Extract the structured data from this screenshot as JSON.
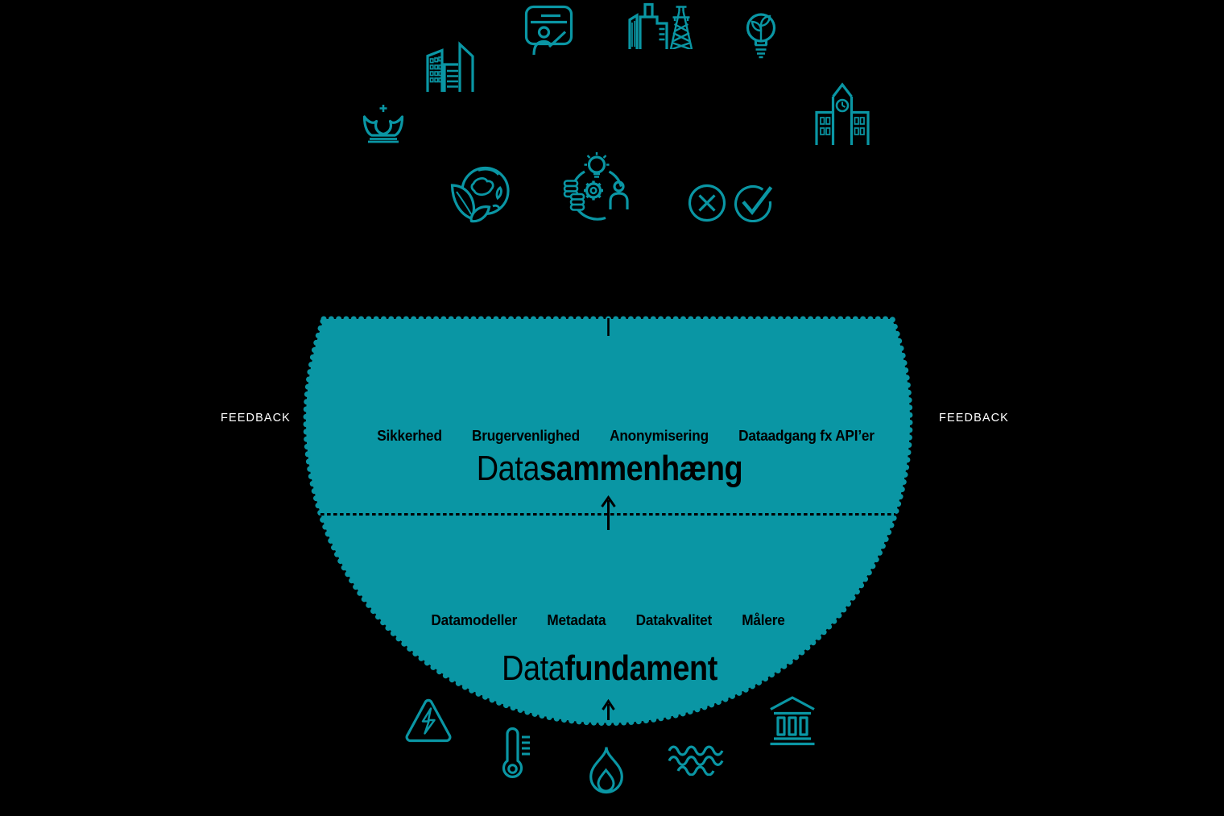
{
  "colors": {
    "teal": "#0a96a4",
    "background": "#000000",
    "inner_text": "#000000",
    "feedback_text": "#ffffff"
  },
  "feedback": {
    "left": "FEEDBACK",
    "right": "FEEDBACK"
  },
  "upper_section": {
    "keywords": [
      "Sikkerhed",
      "Brugervenlighed",
      "Anonymisering",
      "Dataadgang fx API’er"
    ],
    "title_regular": "Data",
    "title_bold": "sammenhæng"
  },
  "lower_section": {
    "keywords": [
      "Datamodeller",
      "Metadata",
      "Datakvalitet",
      "Målere"
    ],
    "title_regular": "Data",
    "title_bold": "fundament"
  },
  "icons": {
    "top": [
      "city-buildings",
      "presentation-certificate",
      "power-plant-pylon",
      "eco-lightbulb",
      "crown",
      "clock-tower-building",
      "globe-leaves",
      "innovation-cycle",
      "cross-circle",
      "check-circle"
    ],
    "bottom": [
      "high-voltage-triangle",
      "thermometer",
      "gas-flame",
      "water-waves",
      "bank-building"
    ]
  }
}
